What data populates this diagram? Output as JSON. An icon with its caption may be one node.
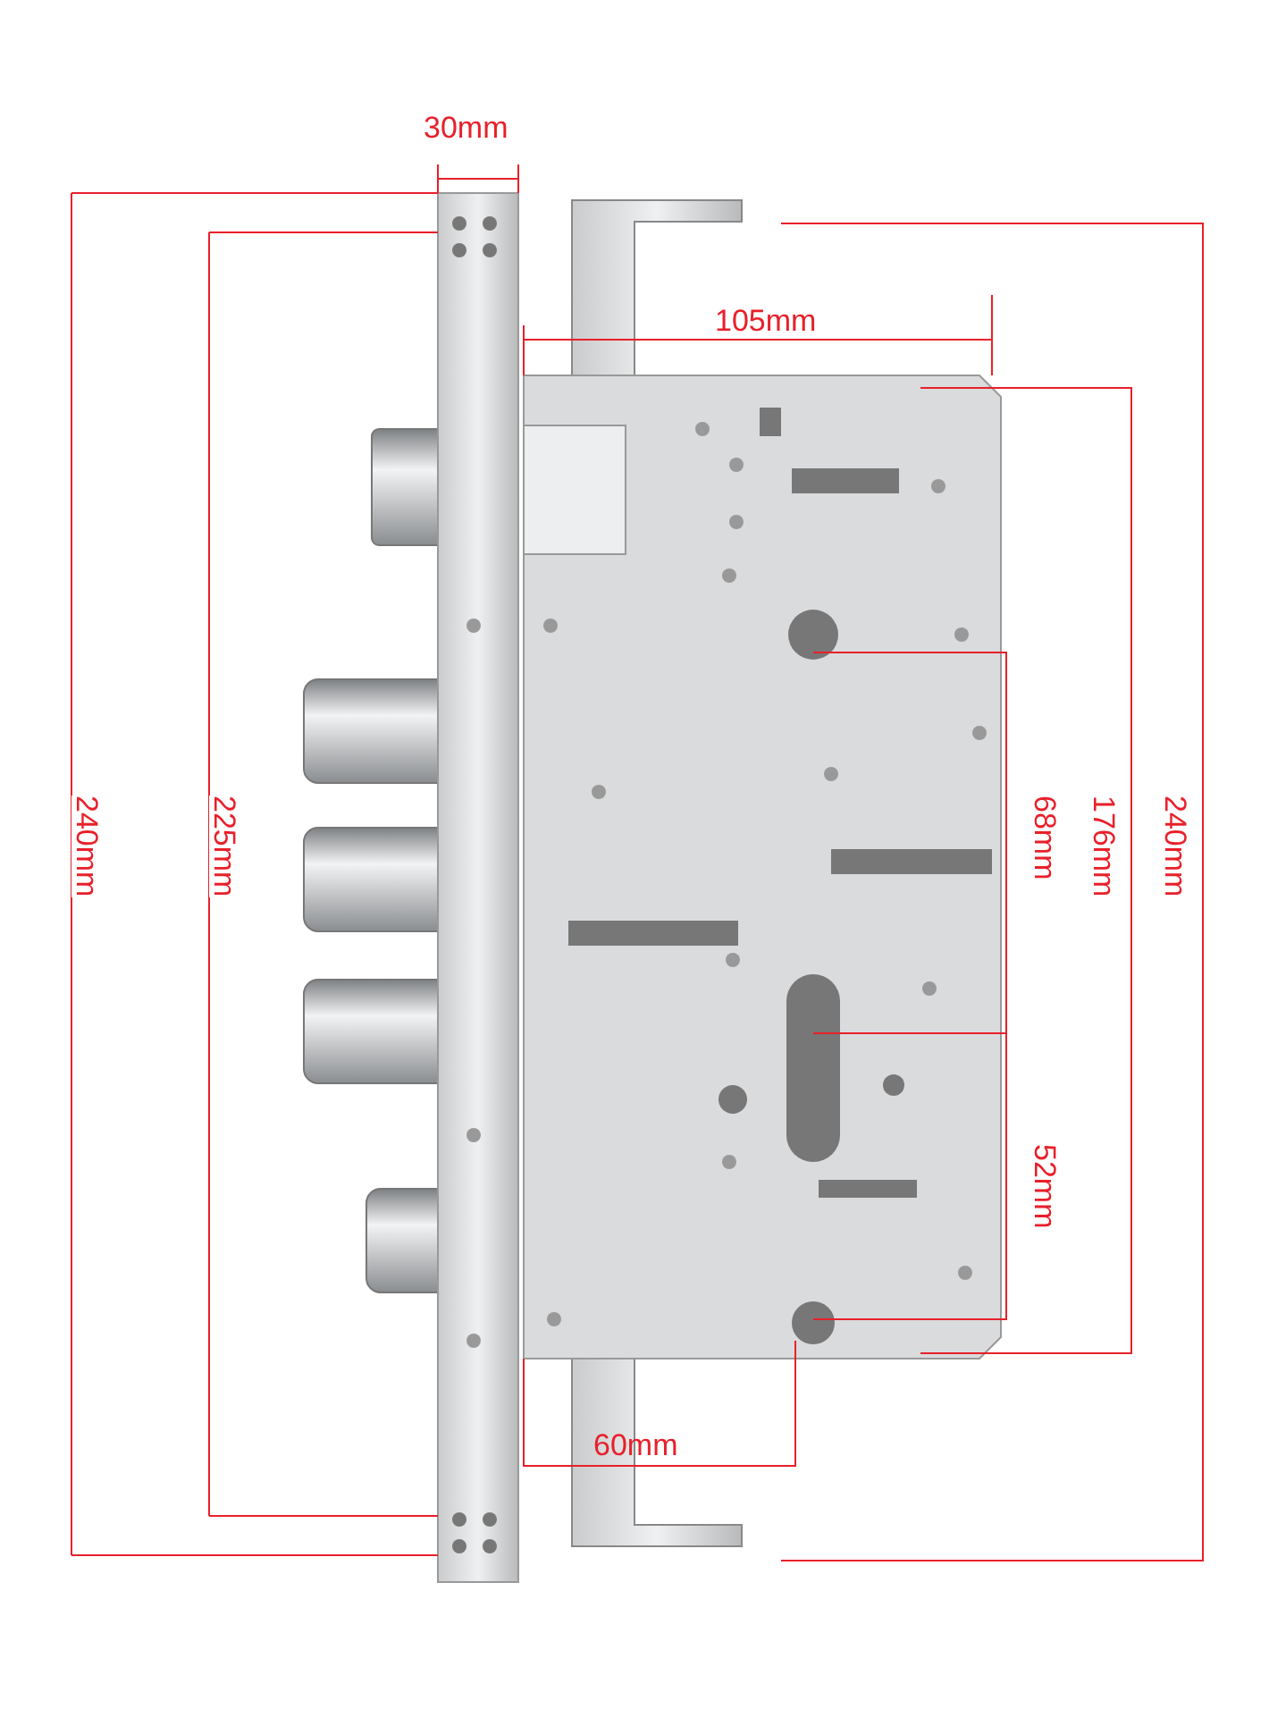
{
  "diagram": {
    "labels": [
      "30mm",
      "105mm",
      "240mm",
      "225mm",
      "68mm",
      "176mm",
      "240mm",
      "52mm",
      "60mm"
    ]
  }
}
